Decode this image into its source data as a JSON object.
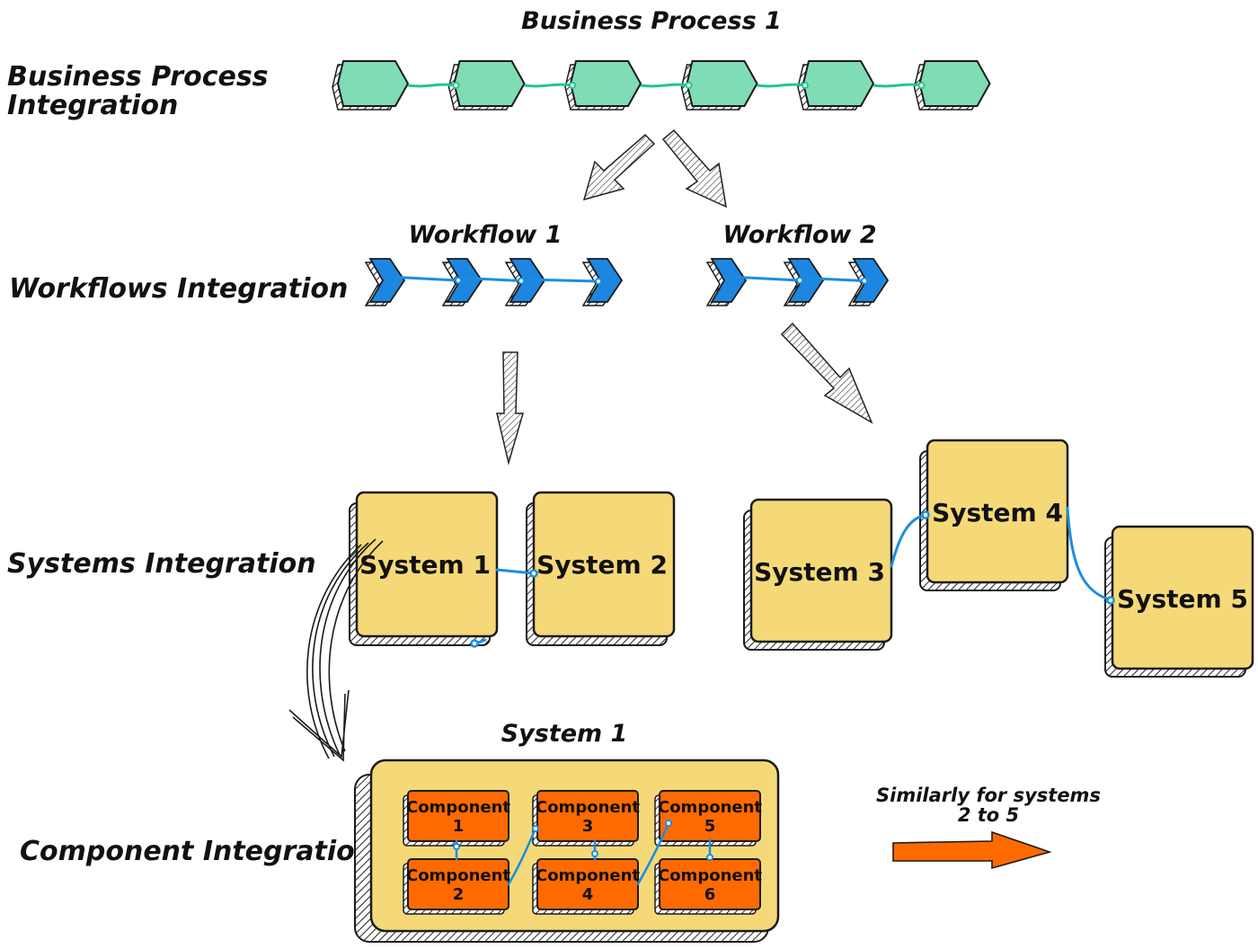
{
  "levels": {
    "business_process": "Business Process Integration",
    "business_process_line1": "Business Process",
    "business_process_line2": "Integration",
    "workflows": "Workflows Integration",
    "systems": "Systems Integration",
    "components": "Component Integration"
  },
  "business_process": {
    "title": "Business Process 1",
    "step_count": 6
  },
  "workflows": [
    {
      "title": "Workflow 1",
      "step_count": 4
    },
    {
      "title": "Workflow 2",
      "step_count": 3
    }
  ],
  "systems": [
    "System 1",
    "System 2",
    "System 3",
    "System 4",
    "System 5"
  ],
  "detail": {
    "title": "System 1",
    "components": [
      {
        "word": "Component",
        "num": "1"
      },
      {
        "word": "Component",
        "num": "2"
      },
      {
        "word": "Component",
        "num": "3"
      },
      {
        "word": "Component",
        "num": "4"
      },
      {
        "word": "Component",
        "num": "5"
      },
      {
        "word": "Component",
        "num": "6"
      }
    ]
  },
  "note": {
    "line1": "Similarly for systems",
    "line2": "2 to 5"
  },
  "colors": {
    "process_fill": "#7fdcb4",
    "process_link": "#1ec98a",
    "workflow_fill": "#1c86e0",
    "link_blue": "#1a8ee0",
    "system_fill": "#f5d978",
    "component_fill": "#ff6a00",
    "outline": "#1a1a1a",
    "arrow_fill": "#ff6a00"
  }
}
